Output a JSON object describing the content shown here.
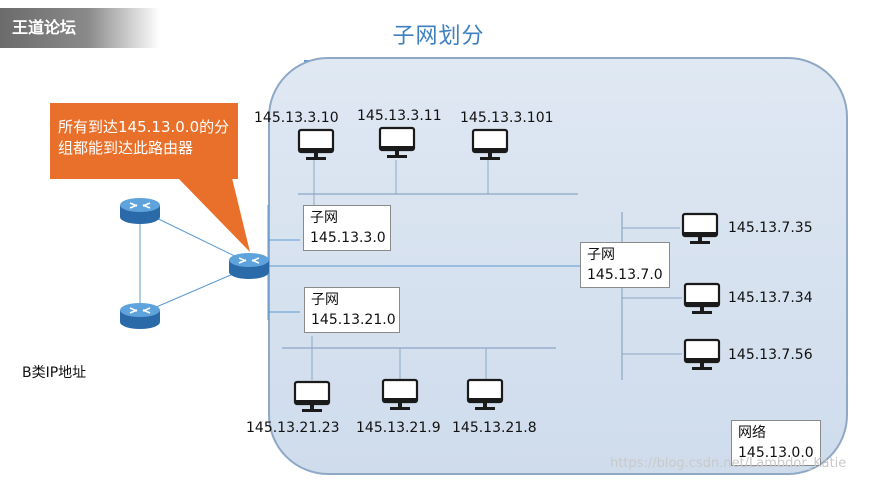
{
  "logo_text": "王道论坛",
  "title": "子网划分",
  "color_bar": [
    "#5b9bd5",
    "#e8702a",
    "#a5a5a5",
    "#f4c033",
    "#3f6fbf",
    "#6aa84f"
  ],
  "callout": {
    "text": "所有到达145.13.0.0的分组都能到达此路由器"
  },
  "subnet_labels": [
    {
      "name": "子网",
      "addr": "145.13.3.0"
    },
    {
      "name": "子网",
      "addr": "145.13.21.0"
    },
    {
      "name": "子网",
      "addr": "145.13.7.0"
    }
  ],
  "network_label": {
    "name": "网络",
    "addr": "145.13.0.0"
  },
  "hosts_subnet3": [
    "145.13.3.10",
    "145.13.3.11",
    "145.13.3.101"
  ],
  "hosts_subnet21": [
    "145.13.21.23",
    "145.13.21.9",
    "145.13.21.8"
  ],
  "hosts_subnet7": [
    "145.13.7.35",
    "145.13.7.34",
    "145.13.7.56"
  ],
  "side_label": "B类IP地址",
  "watermark": "https://blog.csdn.net/Lambdor_Katie",
  "colors": {
    "title": "#3d7fc0",
    "callout": "#e8702a",
    "network_fill": "#d6e2ef",
    "router": "#3d86c8"
  },
  "icons": {
    "host": "desktop-computer-icon",
    "router": "router-icon"
  }
}
